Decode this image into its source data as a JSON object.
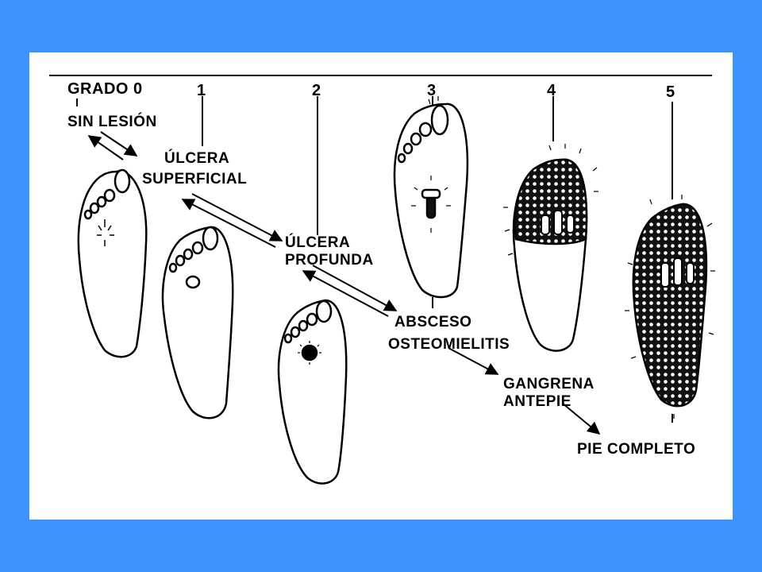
{
  "colors": {
    "background": "#3d93ff",
    "panel": "#ffffff",
    "ink": "#000000"
  },
  "grades": [
    "GRADO 0",
    "1",
    "2",
    "3",
    "4",
    "5"
  ],
  "stages": {
    "sin_lesion": "SIN LESIÓN",
    "ulcera_superficial": [
      "ÚLCERA",
      "SUPERFICIAL"
    ],
    "ulcera_profunda": [
      "ÚLCERA",
      "PROFUNDA"
    ],
    "absceso": "ABSCESO",
    "osteomielitis": "OSTEOMIELITIS",
    "gangrena_antepie": [
      "GANGRENA",
      "ANTEPIE"
    ],
    "pie_completo": "PIE COMPLETO"
  }
}
